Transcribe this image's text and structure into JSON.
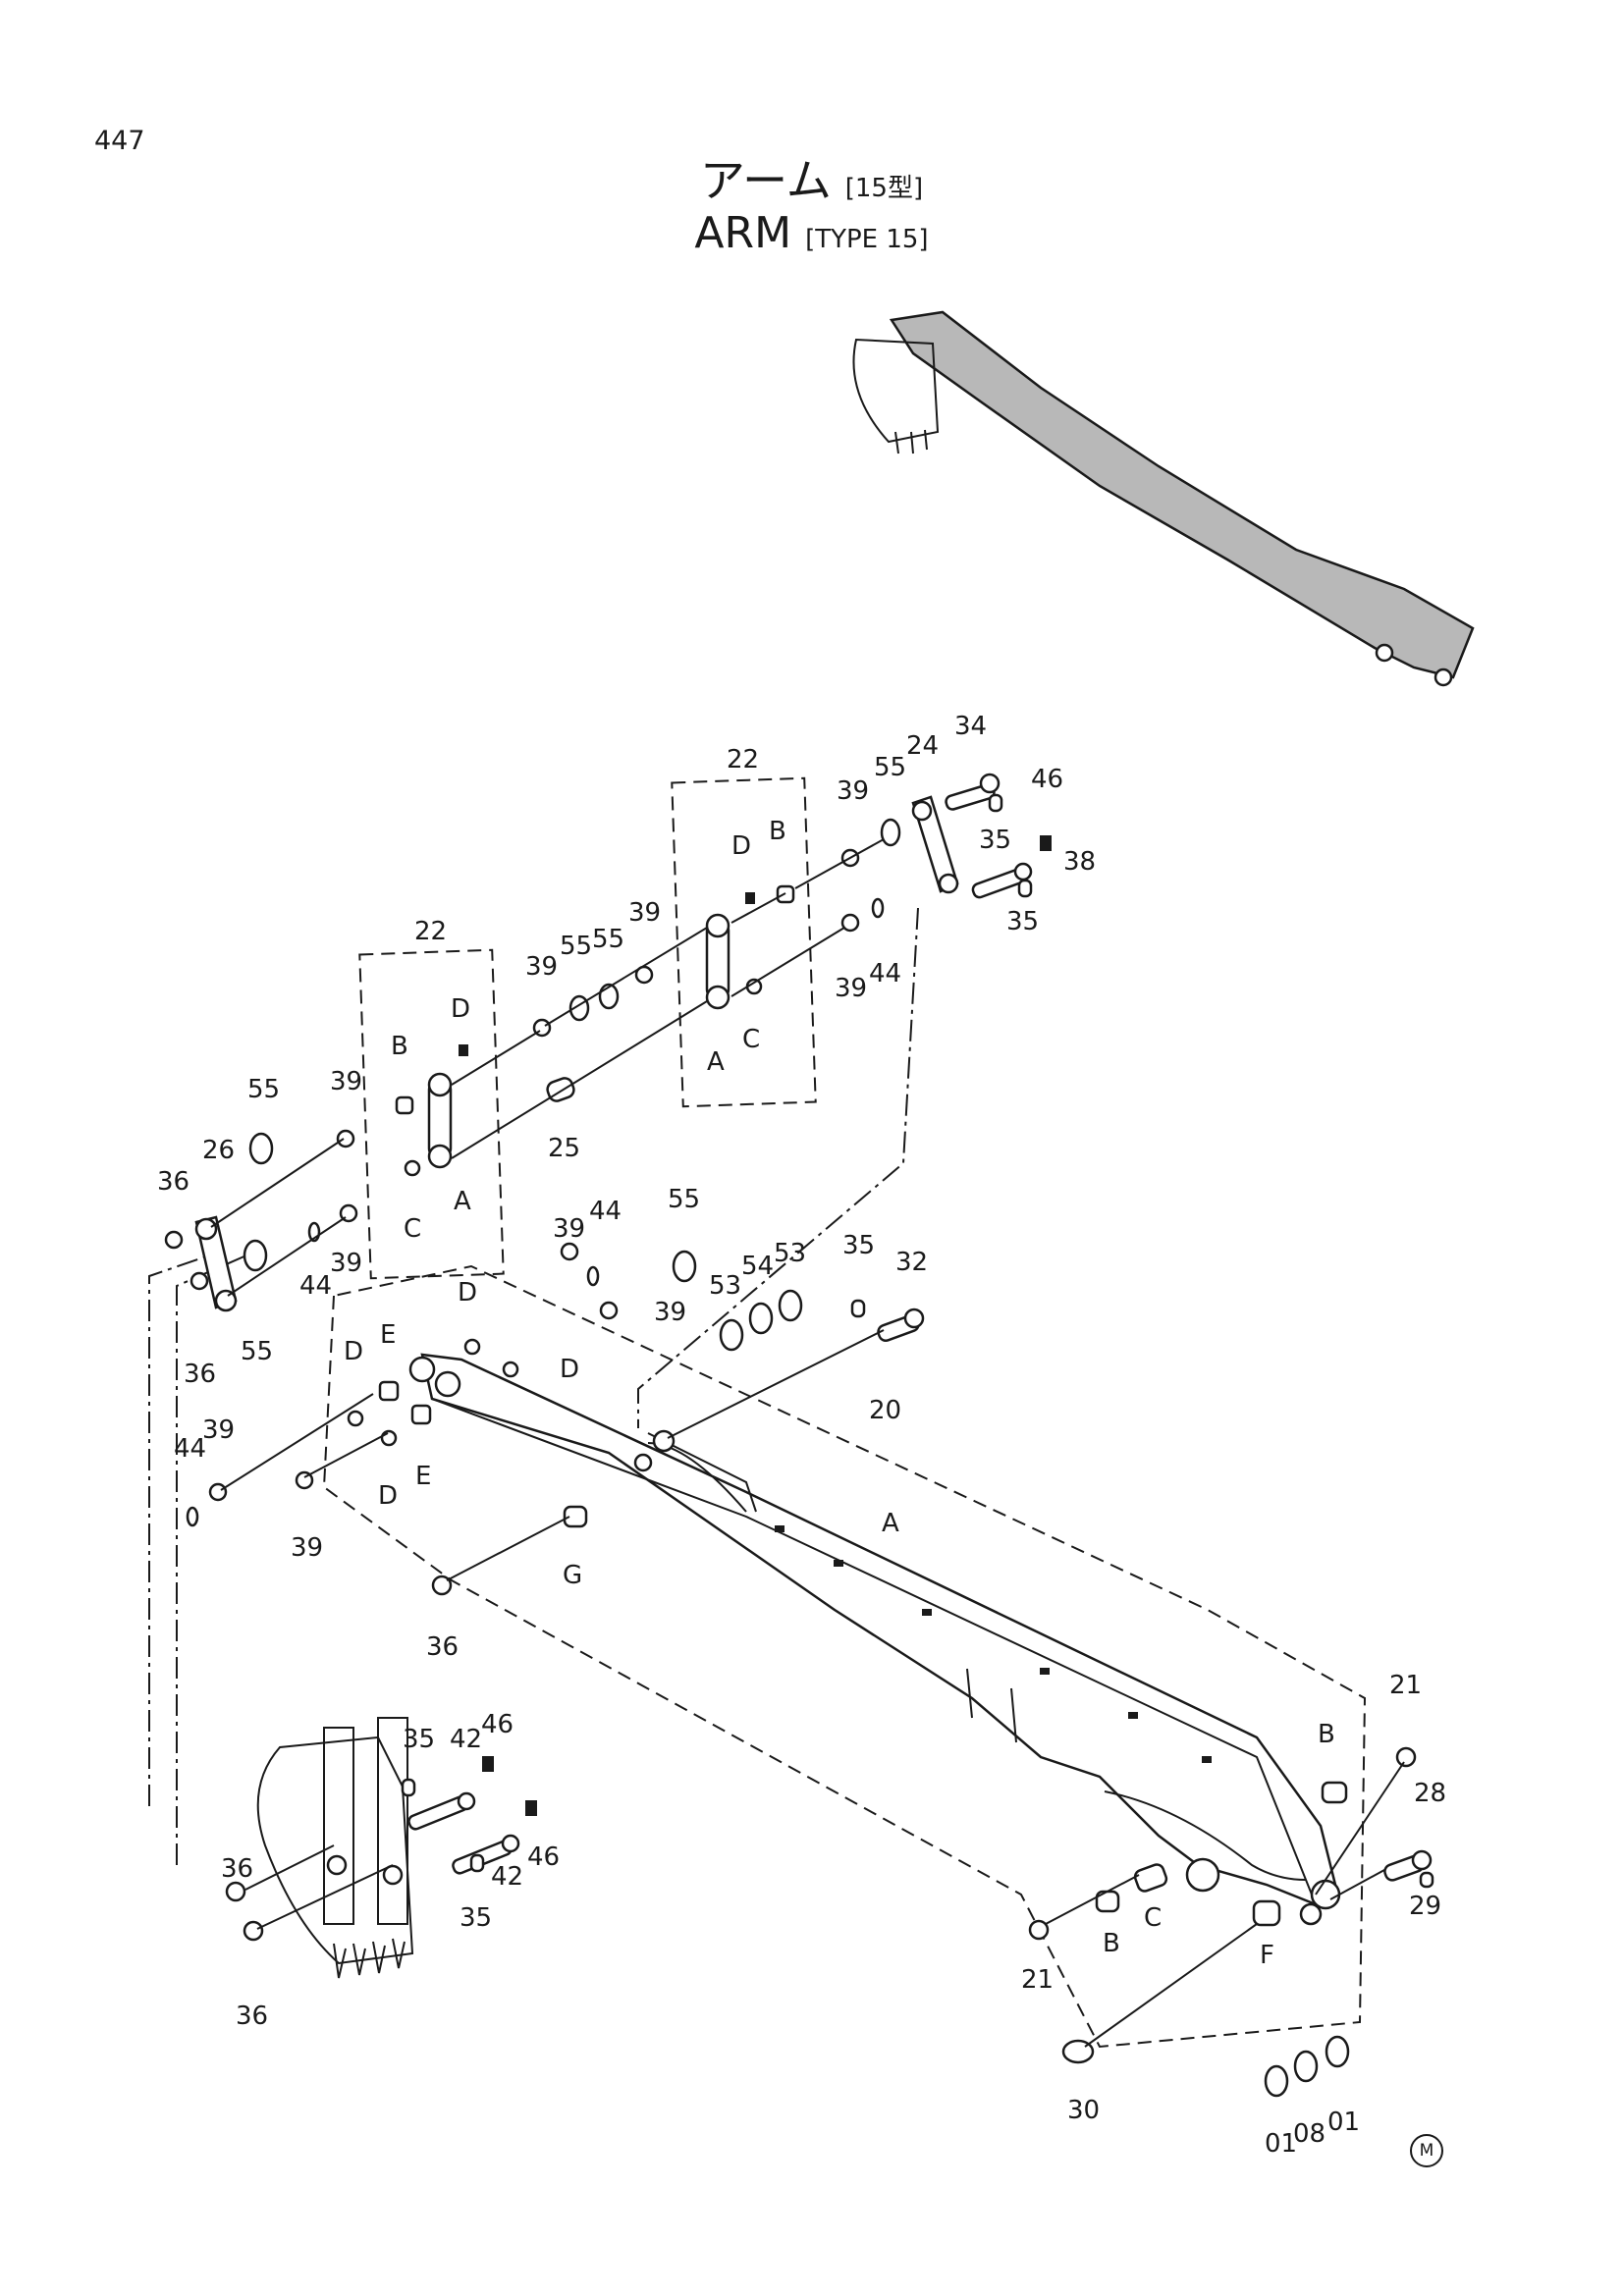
{
  "page": {
    "number": "447",
    "title_jp": "アーム",
    "title_jp_sub": "[15型]",
    "title_en": "ARM",
    "title_en_sub": "[TYPE 15]",
    "corner_mark": "M"
  },
  "callouts": [
    {
      "id": "c34",
      "text": "34"
    },
    {
      "id": "c22a",
      "text": "22"
    },
    {
      "id": "c55a",
      "text": "55"
    },
    {
      "id": "c24",
      "text": "24"
    },
    {
      "id": "c39a",
      "text": "39"
    },
    {
      "id": "c46a",
      "text": "46"
    },
    {
      "id": "c35a",
      "text": "35"
    },
    {
      "id": "c38",
      "text": "38"
    },
    {
      "id": "c35b",
      "text": "35"
    },
    {
      "id": "cDa",
      "text": "D"
    },
    {
      "id": "cBa",
      "text": "B"
    },
    {
      "id": "c39b",
      "text": "39"
    },
    {
      "id": "c44a",
      "text": "44"
    },
    {
      "id": "cAa",
      "text": "A"
    },
    {
      "id": "cCa",
      "text": "C"
    },
    {
      "id": "c22b",
      "text": "22"
    },
    {
      "id": "c55b",
      "text": "55"
    },
    {
      "id": "c55c",
      "text": "55"
    },
    {
      "id": "c39c",
      "text": "39"
    },
    {
      "id": "c39d",
      "text": "39"
    },
    {
      "id": "cDb",
      "text": "D"
    },
    {
      "id": "cBb",
      "text": "B"
    },
    {
      "id": "c39e",
      "text": "39"
    },
    {
      "id": "c25",
      "text": "25"
    },
    {
      "id": "c55d",
      "text": "55"
    },
    {
      "id": "c26",
      "text": "26"
    },
    {
      "id": "c36a",
      "text": "36"
    },
    {
      "id": "c39f",
      "text": "39"
    },
    {
      "id": "cCb",
      "text": "C"
    },
    {
      "id": "cAb",
      "text": "A"
    },
    {
      "id": "c44b",
      "text": "44"
    },
    {
      "id": "c36b",
      "text": "36"
    },
    {
      "id": "c55e",
      "text": "55"
    },
    {
      "id": "c39g",
      "text": "39"
    },
    {
      "id": "c44c",
      "text": "44"
    },
    {
      "id": "c55f",
      "text": "55"
    },
    {
      "id": "c35c",
      "text": "35"
    },
    {
      "id": "c32",
      "text": "32"
    },
    {
      "id": "cDc",
      "text": "D"
    },
    {
      "id": "c39h",
      "text": "39"
    },
    {
      "id": "c53a",
      "text": "53"
    },
    {
      "id": "c54",
      "text": "54"
    },
    {
      "id": "c53b",
      "text": "53"
    },
    {
      "id": "cDd",
      "text": "D"
    },
    {
      "id": "cE1",
      "text": "E"
    },
    {
      "id": "cDe",
      "text": "D"
    },
    {
      "id": "c20",
      "text": "20"
    },
    {
      "id": "c44d",
      "text": "44"
    },
    {
      "id": "c39i",
      "text": "39"
    },
    {
      "id": "cDf",
      "text": "D"
    },
    {
      "id": "cE2",
      "text": "E"
    },
    {
      "id": "c39j",
      "text": "39"
    },
    {
      "id": "cAc",
      "text": "A"
    },
    {
      "id": "cG",
      "text": "G"
    },
    {
      "id": "c36c",
      "text": "36"
    },
    {
      "id": "c21a",
      "text": "21"
    },
    {
      "id": "c35d",
      "text": "35"
    },
    {
      "id": "c42a",
      "text": "42"
    },
    {
      "id": "c46b",
      "text": "46"
    },
    {
      "id": "cBc",
      "text": "B"
    },
    {
      "id": "c28",
      "text": "28"
    },
    {
      "id": "c46c",
      "text": "46"
    },
    {
      "id": "c42b",
      "text": "42"
    },
    {
      "id": "c36d",
      "text": "36"
    },
    {
      "id": "c35e",
      "text": "35"
    },
    {
      "id": "c29",
      "text": "29"
    },
    {
      "id": "c36e",
      "text": "36"
    },
    {
      "id": "cCc",
      "text": "C"
    },
    {
      "id": "cBd",
      "text": "B"
    },
    {
      "id": "c21b",
      "text": "21"
    },
    {
      "id": "cF",
      "text": "F"
    },
    {
      "id": "c30",
      "text": "30"
    },
    {
      "id": "c01a",
      "text": "01"
    },
    {
      "id": "c08",
      "text": "08"
    },
    {
      "id": "c01b",
      "text": "01"
    }
  ]
}
